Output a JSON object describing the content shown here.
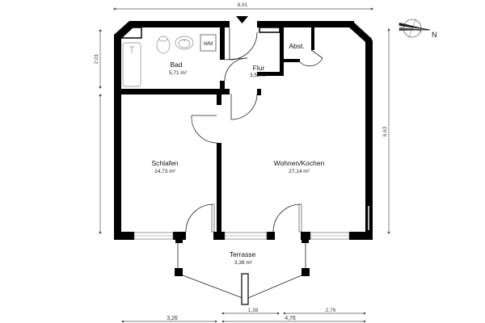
{
  "plan": {
    "rooms": [
      {
        "id": "bad",
        "name": "Bad",
        "area": "5,71 m²"
      },
      {
        "id": "flur",
        "name": "Flur",
        "area": "3,53 m²"
      },
      {
        "id": "abst",
        "name": "Abst.",
        "area": ""
      },
      {
        "id": "schlafen",
        "name": "Schlafen",
        "area": "14,73 m²"
      },
      {
        "id": "wohnen",
        "name": "Wohnen/Kochen",
        "area": "27,14 m²"
      },
      {
        "id": "terrasse",
        "name": "Terrasse",
        "area": "3,38 m²"
      }
    ],
    "fixtures": {
      "washing_machine": "WM"
    },
    "dimensions": {
      "top_width": "8,91",
      "left_upper": "2,01",
      "right_height": "6,63",
      "bottom_left": "3,26",
      "bottom_mid_upper": "1,38",
      "bottom_right_upper": "2,76",
      "bottom_right_lower": "4,76"
    },
    "compass": {
      "label": "N"
    }
  }
}
